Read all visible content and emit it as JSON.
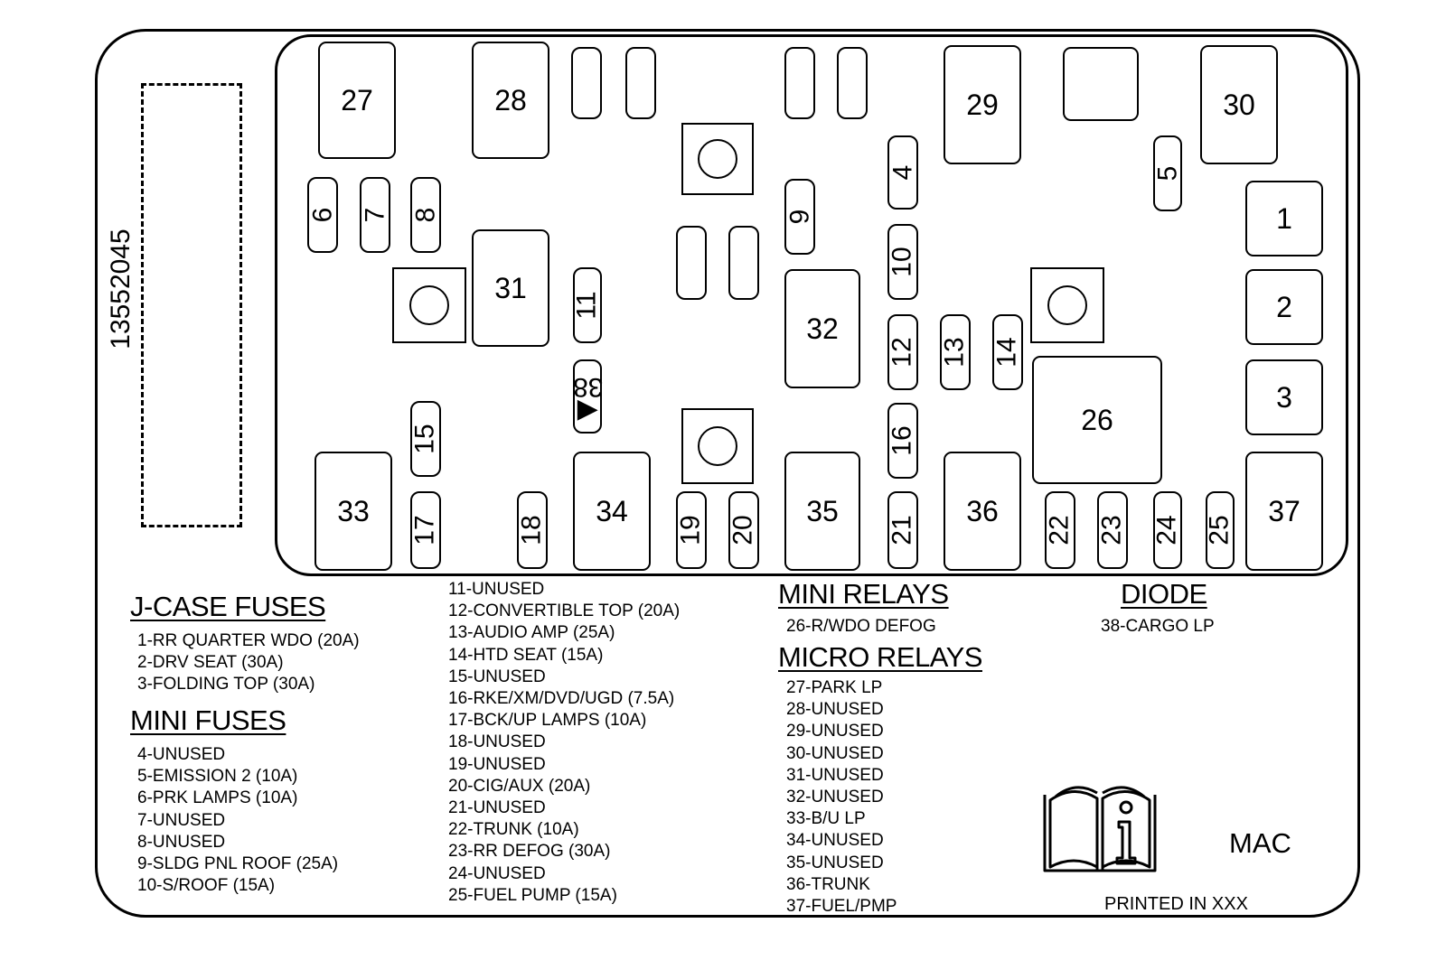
{
  "part_number": "13552045",
  "components": {
    "c1": "1",
    "c2": "2",
    "c3": "3",
    "c4": "4",
    "c5": "5",
    "c6": "6",
    "c7": "7",
    "c8": "8",
    "c9": "9",
    "c10": "10",
    "c11": "11",
    "c12": "12",
    "c13": "13",
    "c14": "14",
    "c15": "15",
    "c16": "16",
    "c17": "17",
    "c18": "18",
    "c19": "19",
    "c20": "20",
    "c21": "21",
    "c22": "22",
    "c23": "23",
    "c24": "24",
    "c25": "25",
    "c26": "26",
    "c27": "27",
    "c28": "28",
    "c29": "29",
    "c30": "30",
    "c31": "31",
    "c32": "32",
    "c33": "33",
    "c34": "34",
    "c35": "35",
    "c36": "36",
    "c37": "37",
    "c38": "38"
  },
  "sections": {
    "jcase": {
      "title": "J-CASE FUSES",
      "items": [
        "1-RR QUARTER WDO (20A)",
        "2-DRV SEAT (30A)",
        "3-FOLDING TOP (30A)"
      ]
    },
    "mini_fuses": {
      "title": "MINI FUSES",
      "items": [
        "4-UNUSED",
        "5-EMISSION 2 (10A)",
        "6-PRK LAMPS (10A)",
        "7-UNUSED",
        "8-UNUSED",
        "9-SLDG PNL ROOF (25A)",
        "10-S/ROOF (15A)"
      ]
    },
    "mini_fuses_cont": {
      "items": [
        "11-UNUSED",
        "12-CONVERTIBLE TOP (20A)",
        "13-AUDIO AMP (25A)",
        "14-HTD SEAT (15A)",
        "15-UNUSED",
        "16-RKE/XM/DVD/UGD (7.5A)",
        "17-BCK/UP LAMPS (10A)",
        "18-UNUSED",
        "19-UNUSED",
        "20-CIG/AUX (20A)",
        "21-UNUSED",
        "22-TRUNK (10A)",
        "23-RR DEFOG (30A)",
        "24-UNUSED",
        "25-FUEL PUMP (15A)"
      ]
    },
    "mini_relays": {
      "title": "MINI RELAYS",
      "items": [
        "26-R/WDO DEFOG"
      ]
    },
    "micro_relays": {
      "title": "MICRO RELAYS",
      "items": [
        "27-PARK LP",
        "28-UNUSED",
        "29-UNUSED",
        "30-UNUSED",
        "31-UNUSED",
        "32-UNUSED",
        "33-B/U LP",
        "34-UNUSED",
        "35-UNUSED",
        "36-TRUNK",
        "37-FUEL/PMP"
      ]
    },
    "diode": {
      "title": "DIODE",
      "items": [
        "38-CARGO LP"
      ]
    }
  },
  "footer": {
    "code": "MAC",
    "printed": "PRINTED IN XXX"
  },
  "icons": [
    "manual-info-icon"
  ]
}
